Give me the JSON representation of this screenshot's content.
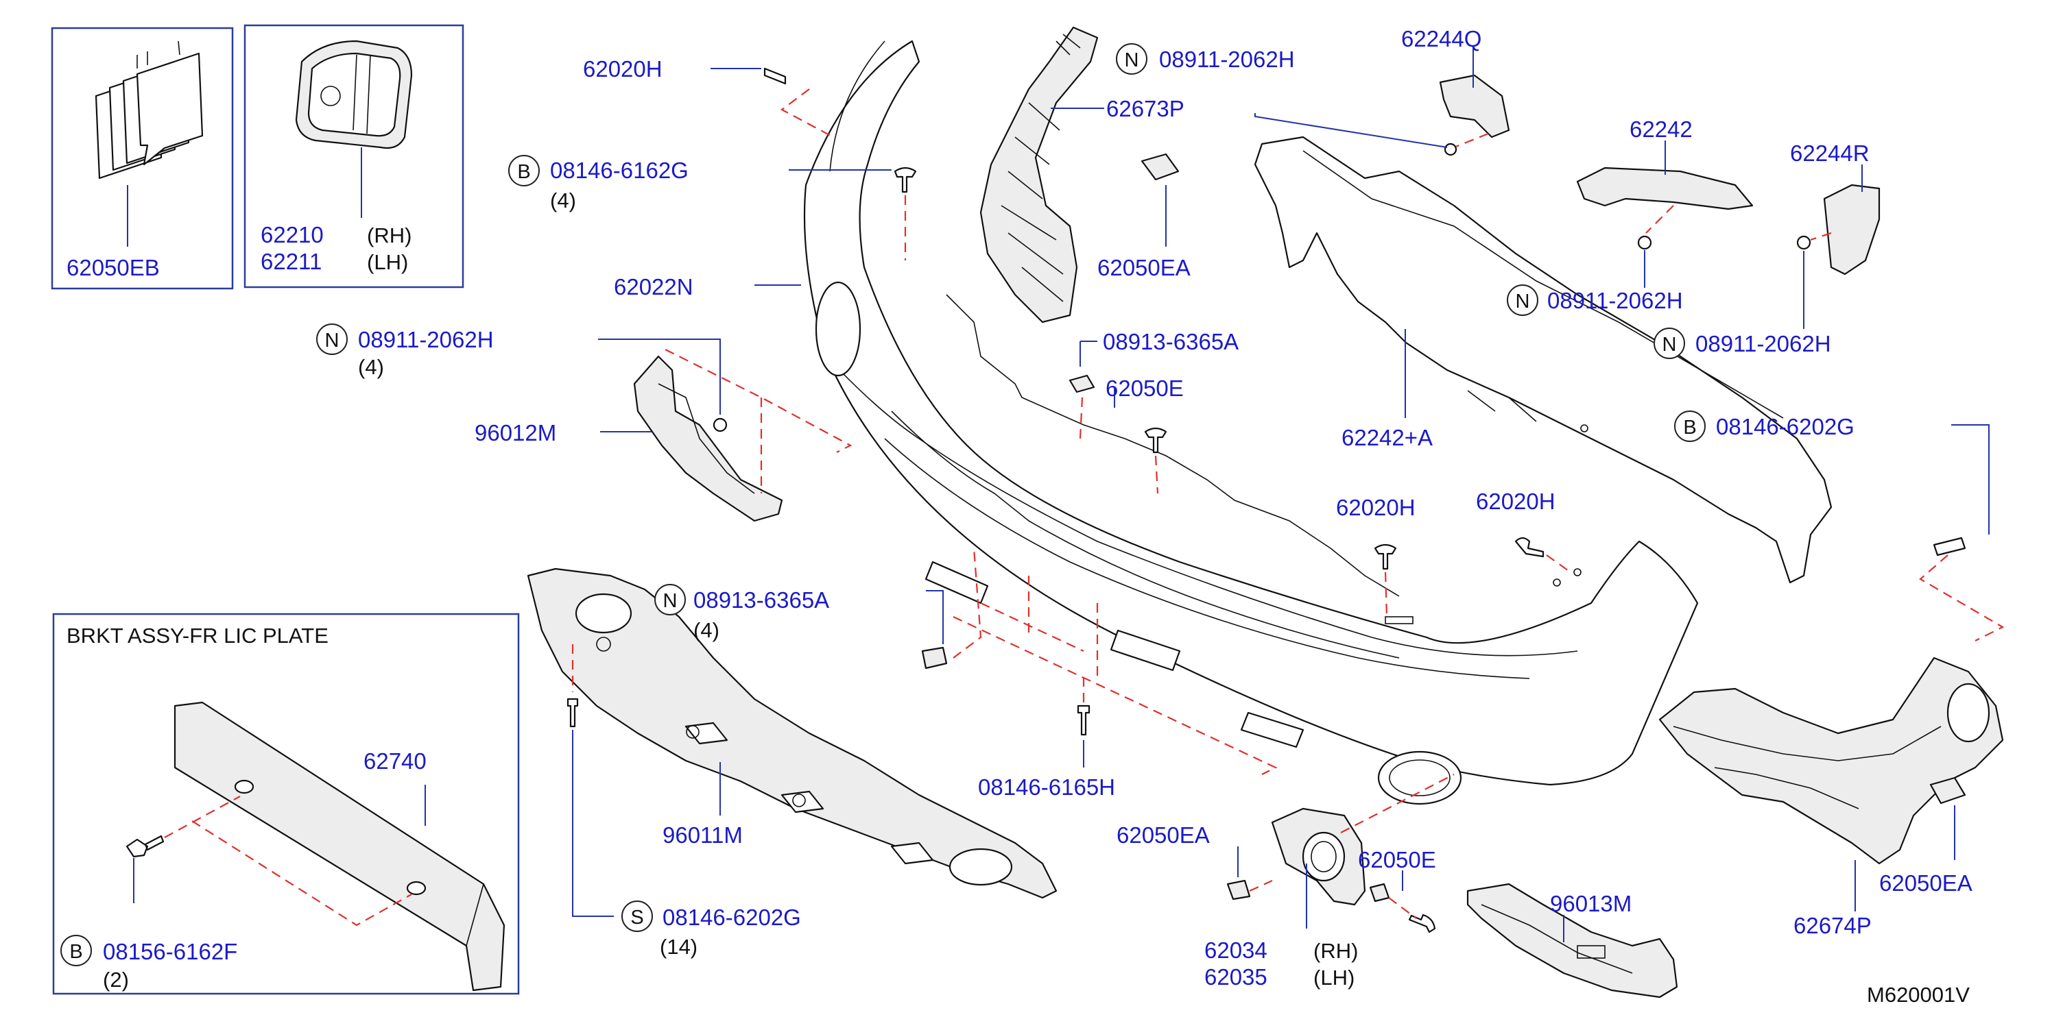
{
  "diagram_code": "M620001V",
  "box_license_plate": {
    "title": "BRKT   ASSY-FR   LIC   PLATE"
  },
  "labels": {
    "p62050EB": "62050EB",
    "p62210": "62210",
    "p62211": "62211",
    "rh1": "(RH)",
    "lh1": "(LH)",
    "p62020H_top": "62020H",
    "p08146_6162G": "08146-6162G",
    "q4_a": "(4)",
    "p62022N": "62022N",
    "p08911_2062H_left": "08911-2062H",
    "q4_b": "(4)",
    "p96012M": "96012M",
    "p08911_2062H_top": "08911-2062H",
    "p62673P": "62673P",
    "p62050EA_top": "62050EA",
    "p62244Q": "62244Q",
    "p62242": "62242",
    "p62244R": "62244R",
    "p08911_2062H_mid": "08911-2062H",
    "p08911_2062H_right": "08911-2062H",
    "p08913_6365A_top": "08913-6365A",
    "p62050E_top": "62050E",
    "p62242A": "62242+A",
    "p08146_6202G_right": "08146-6202G",
    "p62020H_mid": "62020H",
    "p62020H_right": "62020H",
    "p08913_6365A_left": "08913-6365A",
    "q4_c": "(4)",
    "p08146_6165H": "08146-6165H",
    "p96011M": "96011M",
    "p62740": "62740",
    "p08156_6162F": "08156-6162F",
    "q2": "(2)",
    "p08146_6202G_bottom": "08146-6202G",
    "q14": "(14)",
    "p62050EA_mid": "62050EA",
    "p62050E_bottom": "62050E",
    "p62034": "62034",
    "p62035": "62035",
    "rh2": "(RH)",
    "lh2": "(LH)",
    "p96013M": "96013M",
    "p62050EA_right": "62050EA",
    "p62674P": "62674P"
  },
  "markers": {
    "n": "N",
    "b": "B",
    "s": "S"
  },
  "colors": {
    "part_number": "#1a1ac8",
    "leader_line": "#2233aa",
    "dashed_guide": "#e0302a",
    "frame": "#2a3d9c"
  }
}
